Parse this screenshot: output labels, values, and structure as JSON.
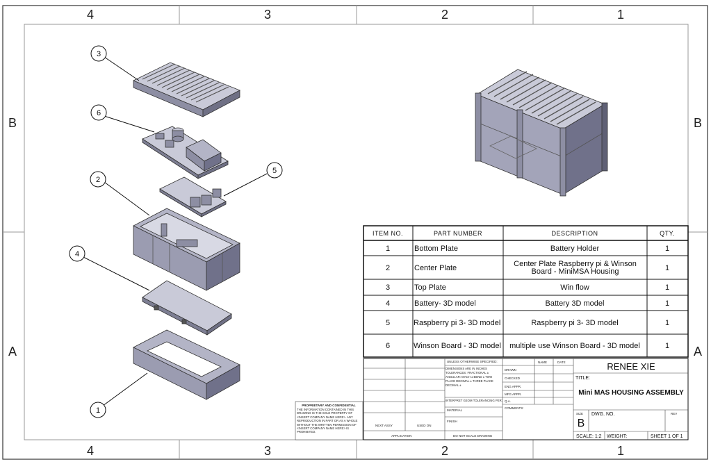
{
  "zones": {
    "columns": [
      "4",
      "3",
      "2",
      "1"
    ],
    "rows": [
      "B",
      "A"
    ]
  },
  "balloons": [
    "3",
    "6",
    "2",
    "5",
    "4",
    "1"
  ],
  "bom": {
    "headers": [
      "ITEM NO.",
      "PART NUMBER",
      "DESCRIPTION",
      "QTY."
    ],
    "rows": [
      {
        "item": "1",
        "part": "Bottom Plate",
        "desc": "Battery Holder",
        "qty": "1"
      },
      {
        "item": "2",
        "part": "Center Plate",
        "desc": "Center Plate Raspberry pi & Winson Board - MiniMSA Housing",
        "qty": "1"
      },
      {
        "item": "3",
        "part": "Top Plate",
        "desc": "Win flow",
        "qty": "1"
      },
      {
        "item": "4",
        "part": "Battery- 3D model",
        "desc": "Battery 3D model",
        "qty": "1"
      },
      {
        "item": "5",
        "part": "Raspberry pi 3- 3D model",
        "desc": "Raspberry pi 3- 3D model",
        "qty": "1"
      },
      {
        "item": "6",
        "part": "Winson Board - 3D model",
        "desc": "multiple use Winson Board - 3D model",
        "qty": "1"
      }
    ]
  },
  "title_block": {
    "company": "RENEE XIE",
    "title_label": "TITLE:",
    "title": "Mini MAS HOUSING ASSEMBLY",
    "size_label": "SIZE",
    "size": "B",
    "dwg_label": "DWG. NO.",
    "rev_label": "REV",
    "scale": "SCALE: 1:2",
    "weight": "WEIGHT:",
    "sheet": "SHEET 1 OF 1",
    "name_hdr": "NAME",
    "date_hdr": "DATE",
    "roles": [
      "DRAWN",
      "CHECKED",
      "ENG APPR.",
      "MFG APPR.",
      "Q.A.",
      "COMMENTS:"
    ],
    "unless": "UNLESS OTHERWISE SPECIFIED:",
    "tolerances": "DIMENSIONS ARE IN INCHES TOLERANCES: FRACTIONAL ± ANGULAR: MACH ± BEND ± TWO PLACE DECIMAL ± THREE PLACE DECIMAL ±",
    "interpret": "INTERPRET GEOM TOLERANCING PER:",
    "material": "MATERIAL",
    "finish": "FINISH",
    "next_assy": "NEXT ASSY",
    "used_on": "USED ON",
    "application": "APPLICATION",
    "do_not_scale": "DO NOT SCALE DRAWING",
    "proprietary_title": "PROPRIETARY AND CONFIDENTIAL",
    "proprietary_text": "THE INFORMATION CONTAINED IN THIS DRAWING IS THE SOLE PROPERTY OF <INSERT COMPANY NAME HERE>. ANY REPRODUCTION IN PART OR AS A WHOLE WITHOUT THE WRITTEN PERMISSION OF <INSERT COMPANY NAME HERE> IS PROHIBITED."
  },
  "colors": {
    "part_fill": "#a9aabd",
    "part_dark": "#6f7085",
    "part_light": "#c9cad8",
    "line": "#222222"
  }
}
